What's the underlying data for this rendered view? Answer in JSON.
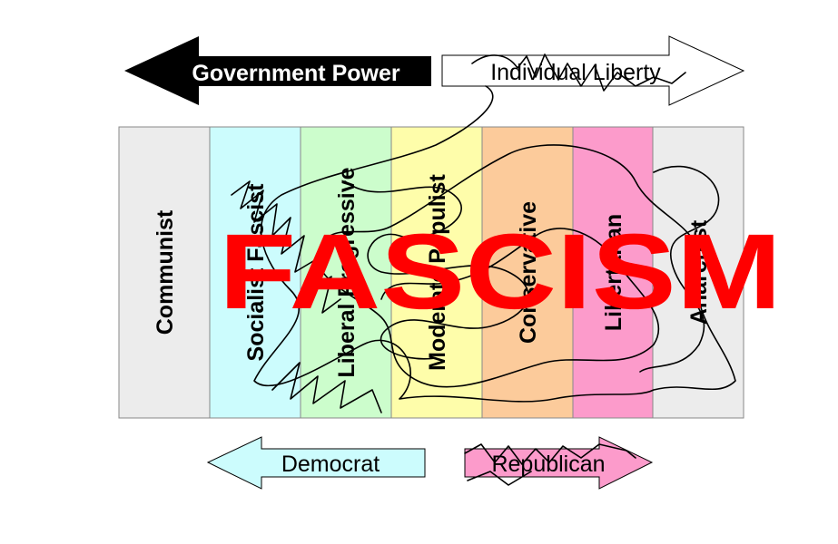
{
  "top_arrows": {
    "left_label": "Government Power",
    "right_label": "Individual Liberty"
  },
  "spectrum": [
    {
      "label": "Communist",
      "color": "#ececec"
    },
    {
      "label": "Socialist Fascist",
      "color": "#ccfcfd"
    },
    {
      "label": "Liberal Progressive",
      "color": "#ccfdcc"
    },
    {
      "label": "Moderate Populist",
      "color": "#fefdaa"
    },
    {
      "label": "Conservative",
      "color": "#fccb9b"
    },
    {
      "label": "Libertarian",
      "color": "#fc9bcb"
    },
    {
      "label": "Anarchist",
      "color": "#ececec"
    }
  ],
  "overlay": {
    "text": "FASCISM",
    "color": "#ff0000"
  },
  "bottom_arrows": {
    "left_label": "Democrat",
    "left_color": "#ccfcfd",
    "right_label": "Republican",
    "right_color": "#fc9bcb"
  }
}
